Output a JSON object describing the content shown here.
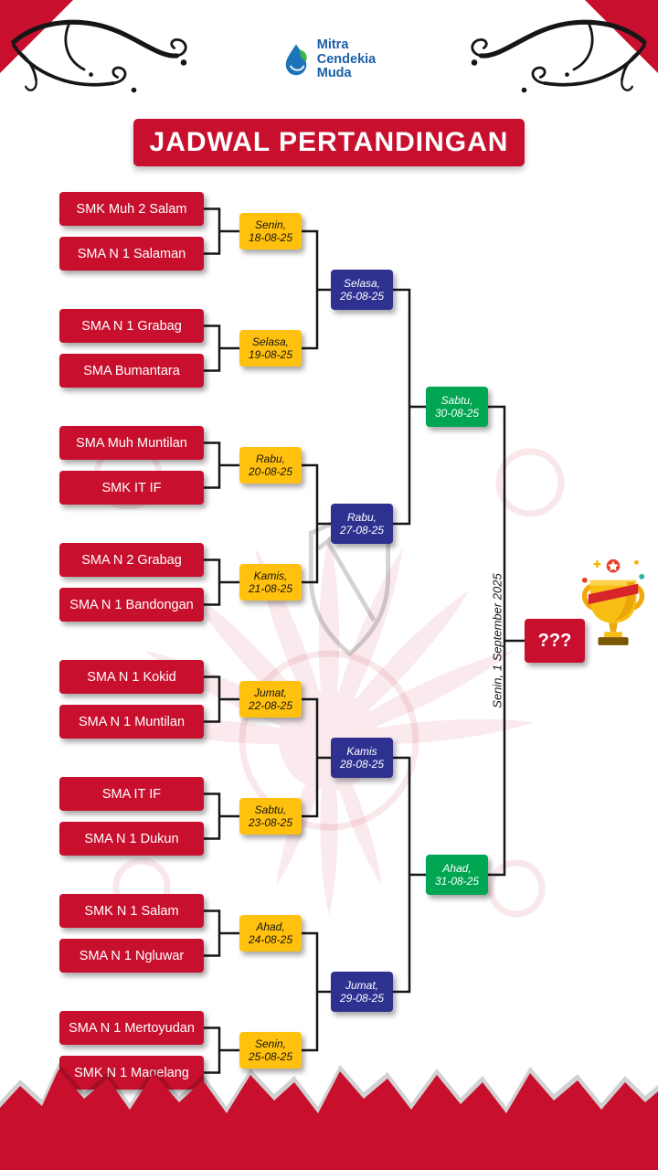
{
  "colors": {
    "red": "#c8102e",
    "yellow": "#ffc10d",
    "blue": "#2f3190",
    "green": "#00a651",
    "logo_blue": "#1a5fa8",
    "line": "#161616"
  },
  "header": {
    "logo": {
      "line1": "Mitra",
      "line2": "Cendekia",
      "line3": "Muda"
    },
    "title": "JADWAL PERTANDINGAN"
  },
  "bracket": {
    "round1": [
      {
        "team_top": "SMK Muh 2 Salam",
        "team_bottom": "SMA N 1 Salaman",
        "day": "Senin,",
        "date": "18-08-25"
      },
      {
        "team_top": "SMA N 1 Grabag",
        "team_bottom": "SMA Bumantara",
        "day": "Selasa,",
        "date": "19-08-25"
      },
      {
        "team_top": "SMA Muh Muntilan",
        "team_bottom": "SMK IT IF",
        "day": "Rabu,",
        "date": "20-08-25"
      },
      {
        "team_top": "SMA N 2 Grabag",
        "team_bottom": "SMA N 1 Bandongan",
        "day": "Kamis,",
        "date": "21-08-25"
      },
      {
        "team_top": "SMA N 1 Kokid",
        "team_bottom": "SMA N 1 Muntilan",
        "day": "Jumat,",
        "date": "22-08-25"
      },
      {
        "team_top": "SMA IT IF",
        "team_bottom": "SMA N 1 Dukun",
        "day": "Sabtu,",
        "date": "23-08-25"
      },
      {
        "team_top": "SMK N 1 Salam",
        "team_bottom": "SMA N 1 Ngluwar",
        "day": "Ahad,",
        "date": "24-08-25"
      },
      {
        "team_top": "SMA N 1 Mertoyudan",
        "team_bottom": "SMK N 1 Magelang",
        "day": "Senin,",
        "date": "25-08-25"
      }
    ],
    "quarterfinals": [
      {
        "day": "Selasa,",
        "date": "26-08-25"
      },
      {
        "day": "Rabu,",
        "date": "27-08-25"
      },
      {
        "day": "Kamis",
        "date": "28-08-25"
      },
      {
        "day": "Jumat,",
        "date": "29-08-25"
      }
    ],
    "semifinals": [
      {
        "day": "Sabtu,",
        "date": "30-08-25"
      },
      {
        "day": "Ahad,",
        "date": "31-08-25"
      }
    ],
    "final": {
      "date_label": "Senin, 1 September 2025",
      "winner_placeholder": "???"
    }
  },
  "icons": {
    "logo": "water-drop-logo-icon",
    "trophy": "trophy-icon",
    "ornaments": [
      "flourish-ornament-left",
      "flourish-ornament-right",
      "garuda-watermark",
      "crest-watermark",
      "torn-paper-edge"
    ]
  }
}
